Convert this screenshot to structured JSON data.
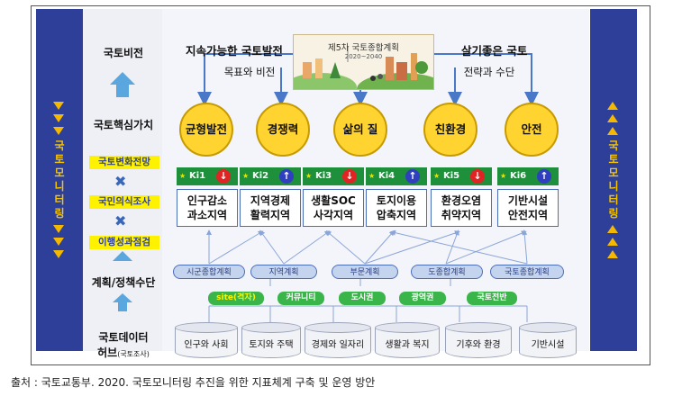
{
  "left_column": {
    "vision": "국토비전",
    "core_value": "국토핵심가치",
    "badges": [
      "국토변화전망",
      "국민의식조사",
      "이행성과점검"
    ],
    "plan_means": "계획/정책수단",
    "data_hub_line1": "국토데이터",
    "data_hub_line2": "허브",
    "data_hub_sub": "(국토조사)"
  },
  "side_rail_text": [
    "국",
    "토",
    "모",
    "니",
    "터",
    "링"
  ],
  "top": {
    "left_slogan": "지속가능한 국토발전",
    "right_slogan": "살기좋은 국토",
    "goal_label": "목표와 비전",
    "strategy_label": "전략과 수단",
    "plan_title": "제5차 국토종합계획",
    "plan_period": "2020~2040"
  },
  "values": [
    "균형발전",
    "경쟁력",
    "삶의 질",
    "친환경",
    "안전"
  ],
  "indicators": [
    {
      "code": "Ki1",
      "dir": "↓",
      "type": "d"
    },
    {
      "code": "Ki2",
      "dir": "↑",
      "type": "u"
    },
    {
      "code": "Ki3",
      "dir": "↓",
      "type": "d"
    },
    {
      "code": "Ki4",
      "dir": "↑",
      "type": "u"
    },
    {
      "code": "Ki5",
      "dir": "↓",
      "type": "d"
    },
    {
      "code": "Ki6",
      "dir": "↑",
      "type": "u"
    }
  ],
  "targets": [
    {
      "l1": "인구감소",
      "l2": "과소지역"
    },
    {
      "l1": "지역경제",
      "l2": "활력지역"
    },
    {
      "l1": "생활SOC",
      "l2": "사각지역"
    },
    {
      "l1": "토지이용",
      "l2": "압축지역"
    },
    {
      "l1": "환경오염",
      "l2": "취약지역"
    },
    {
      "l1": "기반시설",
      "l2": "안전지역"
    }
  ],
  "plans": [
    "시군종합계획",
    "지역계획",
    "부문계획",
    "도종합계획",
    "국토종합계획"
  ],
  "scales": [
    "site(격자)",
    "커뮤니티",
    "도시권",
    "광역권",
    "국토전반"
  ],
  "databases": [
    "인구와 사회",
    "토지와 주택",
    "경제와 일자리",
    "생활과 복지",
    "기후와 환경",
    "기반시설"
  ],
  "caption": "출처 : 국토교통부. 2020. 국토모니터링 추진을 위한 지표체계 구축 및 운영 방안",
  "colors": {
    "rail": "#2e3f99",
    "accent": "#f5c400",
    "value_circle": "#ffd330",
    "indicator": "#1e8f3a"
  }
}
